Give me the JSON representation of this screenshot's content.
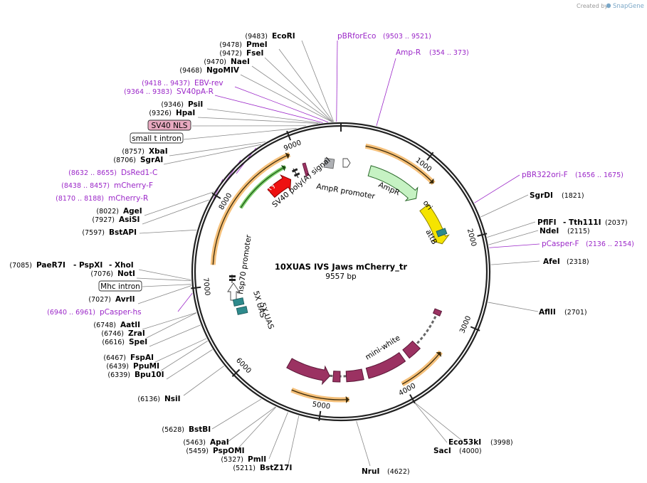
{
  "credit": {
    "created_by": "Created by",
    "brand": "SnapGene"
  },
  "plasmid": {
    "name": "10XUAS IVS Jaws mCherry_tr",
    "length_label": "9557 bp",
    "length": 9557
  },
  "ticks": [
    {
      "pos": 1000,
      "label": "1000"
    },
    {
      "pos": 2000,
      "label": "2000"
    },
    {
      "pos": 3000,
      "label": "3000"
    },
    {
      "pos": 4000,
      "label": "4000"
    },
    {
      "pos": 5000,
      "label": "5000"
    },
    {
      "pos": 6000,
      "label": "6000"
    },
    {
      "pos": 7000,
      "label": "7000"
    },
    {
      "pos": 8000,
      "label": "8000"
    },
    {
      "pos": 9000,
      "label": "9000"
    }
  ],
  "features": [
    {
      "id": "ampr",
      "label": "AmpR",
      "start": 354,
      "end": 1214,
      "dir": 1,
      "track": 5,
      "color": "#c6f2c3",
      "stroke": "#2b6a2b",
      "orf": true,
      "orf_start": 294,
      "orf_end": 1230
    },
    {
      "id": "ori",
      "label": "ori",
      "start": 1390,
      "end": 1980,
      "dir": 1,
      "track": 5,
      "color": "#f5e400",
      "stroke": "#8a7d00"
    },
    {
      "id": "mini-white",
      "label": "mini-white",
      "start": 2960,
      "end": 5560,
      "dir": -1,
      "track": 5,
      "color": "#9b3262",
      "stroke": "#5a1737",
      "segmented": true,
      "orf": true,
      "orf_start": 3420,
      "orf_end": 5380
    },
    {
      "id": "mcherry",
      "label": "mCherry",
      "start": 8450,
      "end": 8800,
      "dir": 1,
      "track": 5,
      "color": "#ee1111",
      "stroke": "#8a0000",
      "orf": true,
      "orf_start": 7250,
      "orf_end": 8930,
      "orf2_start": 8030,
      "orf2_end": 8820
    }
  ],
  "labelled_parts": [
    {
      "label": "SV40 poly(A) signal"
    },
    {
      "label": "AmpR promoter"
    },
    {
      "label": "attB"
    },
    {
      "label": "hsp70 promoter"
    },
    {
      "label": "5X UAS"
    },
    {
      "label": "5X UAS"
    }
  ],
  "sites": [
    {
      "name": "EcoRI",
      "pos": "(9483)"
    },
    {
      "name": "PmeI",
      "pos": "(9478)"
    },
    {
      "name": "FseI",
      "pos": "(9472)"
    },
    {
      "name": "NaeI",
      "pos": "(9470)"
    },
    {
      "name": "NgoMIV",
      "pos": "(9468)"
    },
    {
      "name": "PsiI",
      "pos": "(9346)"
    },
    {
      "name": "HpaI",
      "pos": "(9326)"
    },
    {
      "name": "XbaI",
      "pos": "(8757)"
    },
    {
      "name": "SgrAI",
      "pos": "(8706)"
    },
    {
      "name": "AgeI",
      "pos": "(8022)"
    },
    {
      "name": "AsiSI",
      "pos": "(7927)"
    },
    {
      "name": "BstAPI",
      "pos": "(7597)"
    },
    {
      "name": "PaeR7I",
      "pos": "(7085)"
    },
    {
      "name": "- PspXI",
      "pos": ""
    },
    {
      "name": "- XhoI",
      "pos": ""
    },
    {
      "name": "NotI",
      "pos": "(7076)"
    },
    {
      "name": "AvrII",
      "pos": "(7027)"
    },
    {
      "name": "AatII",
      "pos": "(6748)"
    },
    {
      "name": "ZraI",
      "pos": "(6746)"
    },
    {
      "name": "SpeI",
      "pos": "(6616)"
    },
    {
      "name": "FspAI",
      "pos": "(6467)"
    },
    {
      "name": "PpuMI",
      "pos": "(6439)"
    },
    {
      "name": "Bpu10I",
      "pos": "(6339)"
    },
    {
      "name": "NsiI",
      "pos": "(6136)"
    },
    {
      "name": "BstBI",
      "pos": "(5628)"
    },
    {
      "name": "ApaI",
      "pos": "(5463)"
    },
    {
      "name": "PspOMI",
      "pos": "(5459)"
    },
    {
      "name": "PmlI",
      "pos": "(5327)"
    },
    {
      "name": "BstZ17I",
      "pos": "(5211)"
    },
    {
      "name": "NruI",
      "pos": "(4622)"
    },
    {
      "name": "SacI",
      "pos": "(4000)"
    },
    {
      "name": "Eco53kI",
      "pos": "(3998)"
    },
    {
      "name": "AflII",
      "pos": "(2701)"
    },
    {
      "name": "AfeI",
      "pos": "(2318)"
    },
    {
      "name": "NdeI",
      "pos": "(2115)"
    },
    {
      "name": "PflFI",
      "pos": ""
    },
    {
      "name": "- Tth111I",
      "pos": "(2037)"
    },
    {
      "name": "SgrDI",
      "pos": "(1821)"
    }
  ],
  "primers": [
    {
      "name": "pBRforEco",
      "pos": "(9503 .. 9521)"
    },
    {
      "name": "Amp-R",
      "pos": "(354 .. 373)"
    },
    {
      "name": "EBV-rev",
      "pos": "(9418 .. 9437)"
    },
    {
      "name": "SV40pA-R",
      "pos": "(9364 .. 9383)"
    },
    {
      "name": "DsRed1-C",
      "pos": "(8632 .. 8655)"
    },
    {
      "name": "mCherry-F",
      "pos": "(8438 .. 8457)"
    },
    {
      "name": "mCherry-R",
      "pos": "(8170 .. 8188)"
    },
    {
      "name": "pCasper-hs",
      "pos": "(6940 .. 6961)"
    },
    {
      "name": "pBR322ori-F",
      "pos": "(1656 .. 1675)"
    },
    {
      "name": "pCasper-F",
      "pos": "(2136 .. 2154)"
    }
  ],
  "boxed": [
    {
      "label": "SV40 NLS",
      "fill": "#e8a9c0"
    },
    {
      "label": "small t intron",
      "fill": "#ffffff"
    },
    {
      "label": "Mhc intron",
      "fill": "#ffffff"
    }
  ]
}
